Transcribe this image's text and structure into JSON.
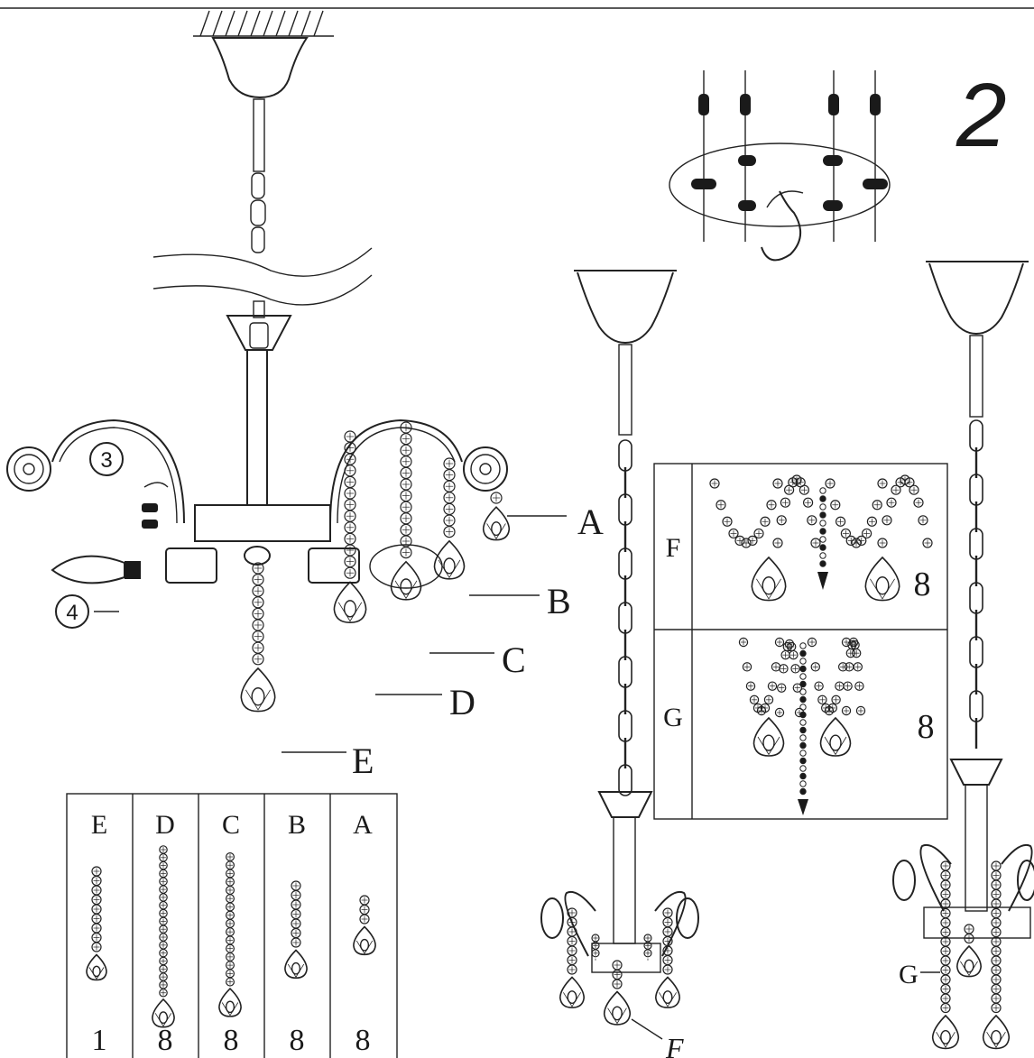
{
  "step_number": "2",
  "callouts": {
    "screw_step": "3",
    "bulb_step": "4"
  },
  "parts": [
    {
      "id": "A",
      "label": "A"
    },
    {
      "id": "B",
      "label": "B"
    },
    {
      "id": "C",
      "label": "C"
    },
    {
      "id": "D",
      "label": "D"
    },
    {
      "id": "E",
      "label": "E"
    }
  ],
  "parts_table": {
    "headers": [
      "E",
      "D",
      "C",
      "B",
      "A"
    ],
    "quantities": [
      "1",
      "8",
      "8",
      "8",
      "8"
    ]
  },
  "strand_table": {
    "rows": [
      {
        "label": "F",
        "quantity": "8"
      },
      {
        "label": "G",
        "quantity": "8"
      }
    ]
  },
  "assembled_labels": {
    "left": "F",
    "right": "G"
  },
  "colors": {
    "line": "#222222",
    "background": "#ffffff",
    "fill_dark": "#1a1a1a"
  }
}
